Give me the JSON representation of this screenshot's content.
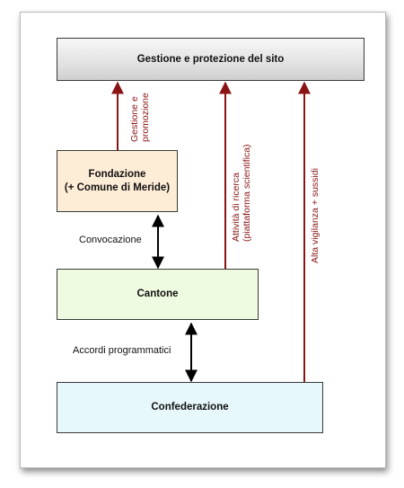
{
  "boxes": {
    "top": "Gestione e protezione del sito",
    "fondazione_line1": "Fondazione",
    "fondazione_line2": "(+ Comune di Meride)",
    "cantone": "Cantone",
    "confederazione": "Confederazione"
  },
  "arrow_labels": {
    "gestione_line1": "Gestione e",
    "gestione_line2": "promozione",
    "ricerca_line1": "Attività di ricerca",
    "ricerca_line2": "(piattaforma scientifica)",
    "vigilanza": "Alta vigilanza + sussidi",
    "convocazione": "Convocazione",
    "accordi": "Accordi programmatici"
  },
  "colors": {
    "arrow_red": "#8a1414",
    "arrow_black": "#000000",
    "fondazione_fill": "#fdecd6",
    "cantone_fill": "#effbe1",
    "confederazione_fill": "#e7f8fd",
    "top_fill": "#e2e2e2"
  }
}
